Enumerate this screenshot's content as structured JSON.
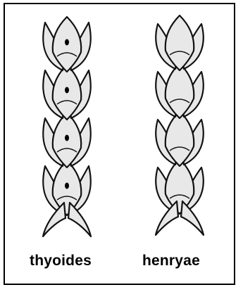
{
  "figure": {
    "labels": [
      "thyoides",
      "henryae"
    ],
    "specimens": [
      {
        "label": "thyoides",
        "leaf_pairs": 4,
        "glands": "present",
        "gland_count": 4
      },
      {
        "label": "henryae",
        "leaf_pairs": 4,
        "glands": "absent",
        "gland_count": 0
      }
    ],
    "colors": {
      "leaf_fill": "#e8e8e8",
      "outline": "#111111",
      "gland": "#000000",
      "frame": "#000000"
    }
  }
}
